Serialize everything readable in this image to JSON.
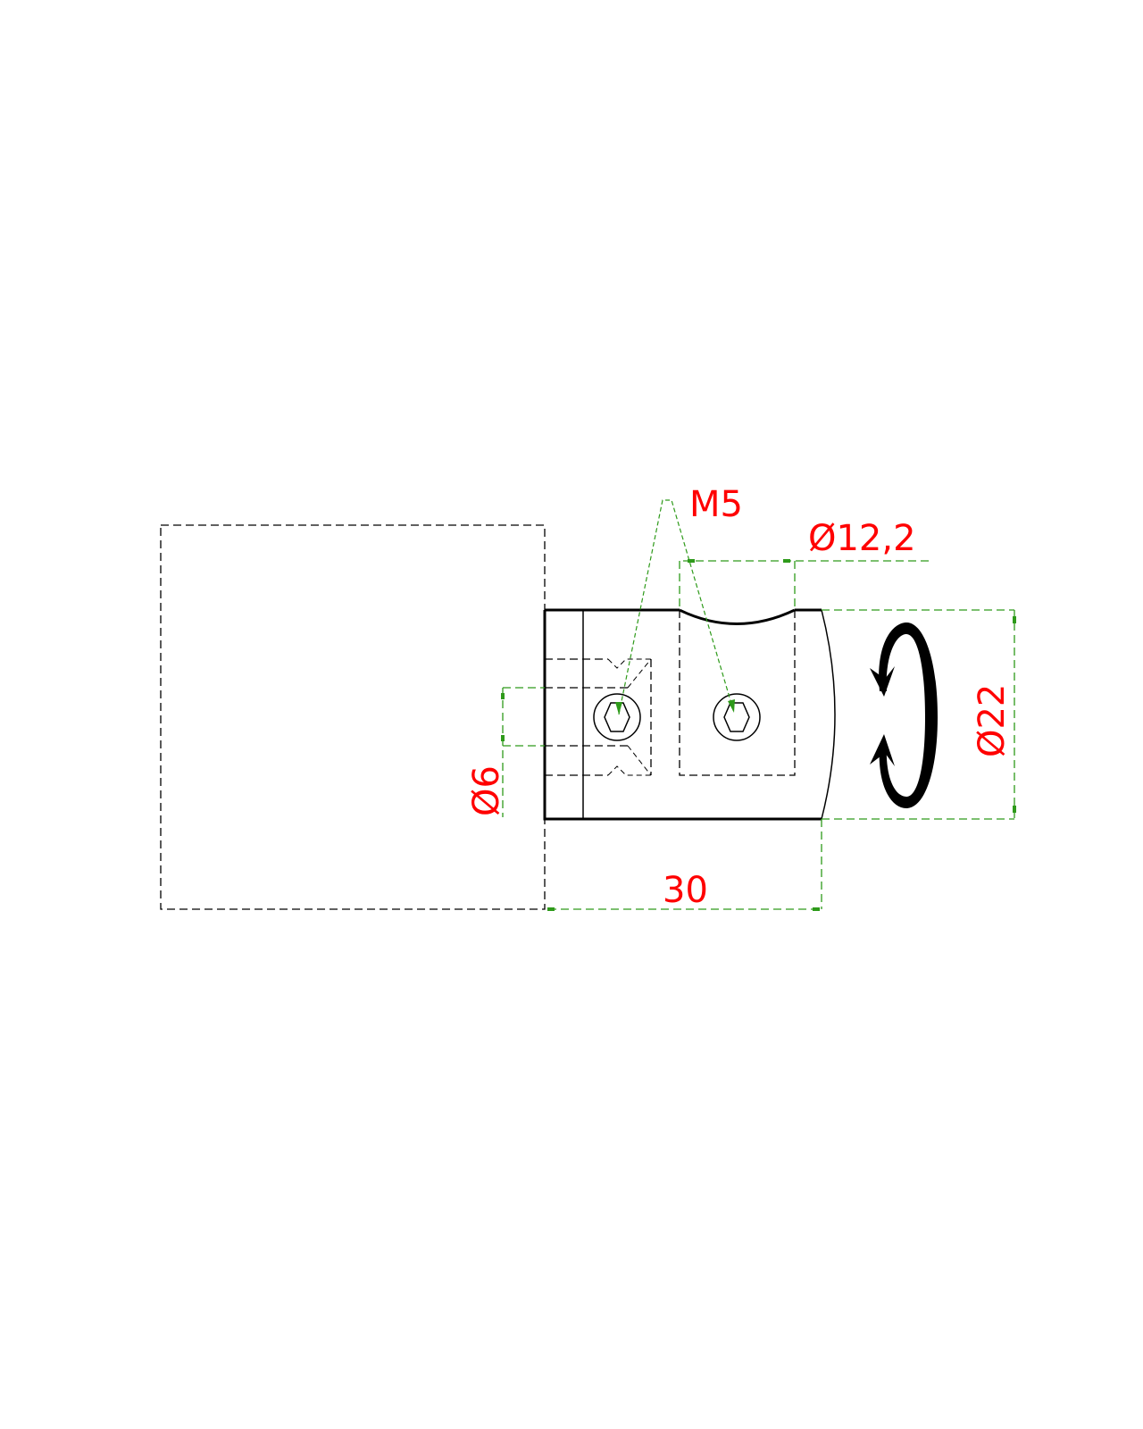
{
  "drawing": {
    "type": "technical-drawing",
    "labels": {
      "thread": "M5",
      "bore_diameter": "Ø12,2",
      "outer_diameter": "Ø22",
      "pin_diameter": "Ø6",
      "length": "30"
    },
    "symbols": {
      "rotation": "rotation-arrows-icon",
      "screw_heads": [
        "hex-socket-screw-icon",
        "hex-socket-screw-icon"
      ]
    },
    "colors": {
      "outline": "#000000",
      "dimension_lines": "#2e9a1a",
      "dimension_text": "#ff0000",
      "background": "#ffffff"
    }
  }
}
